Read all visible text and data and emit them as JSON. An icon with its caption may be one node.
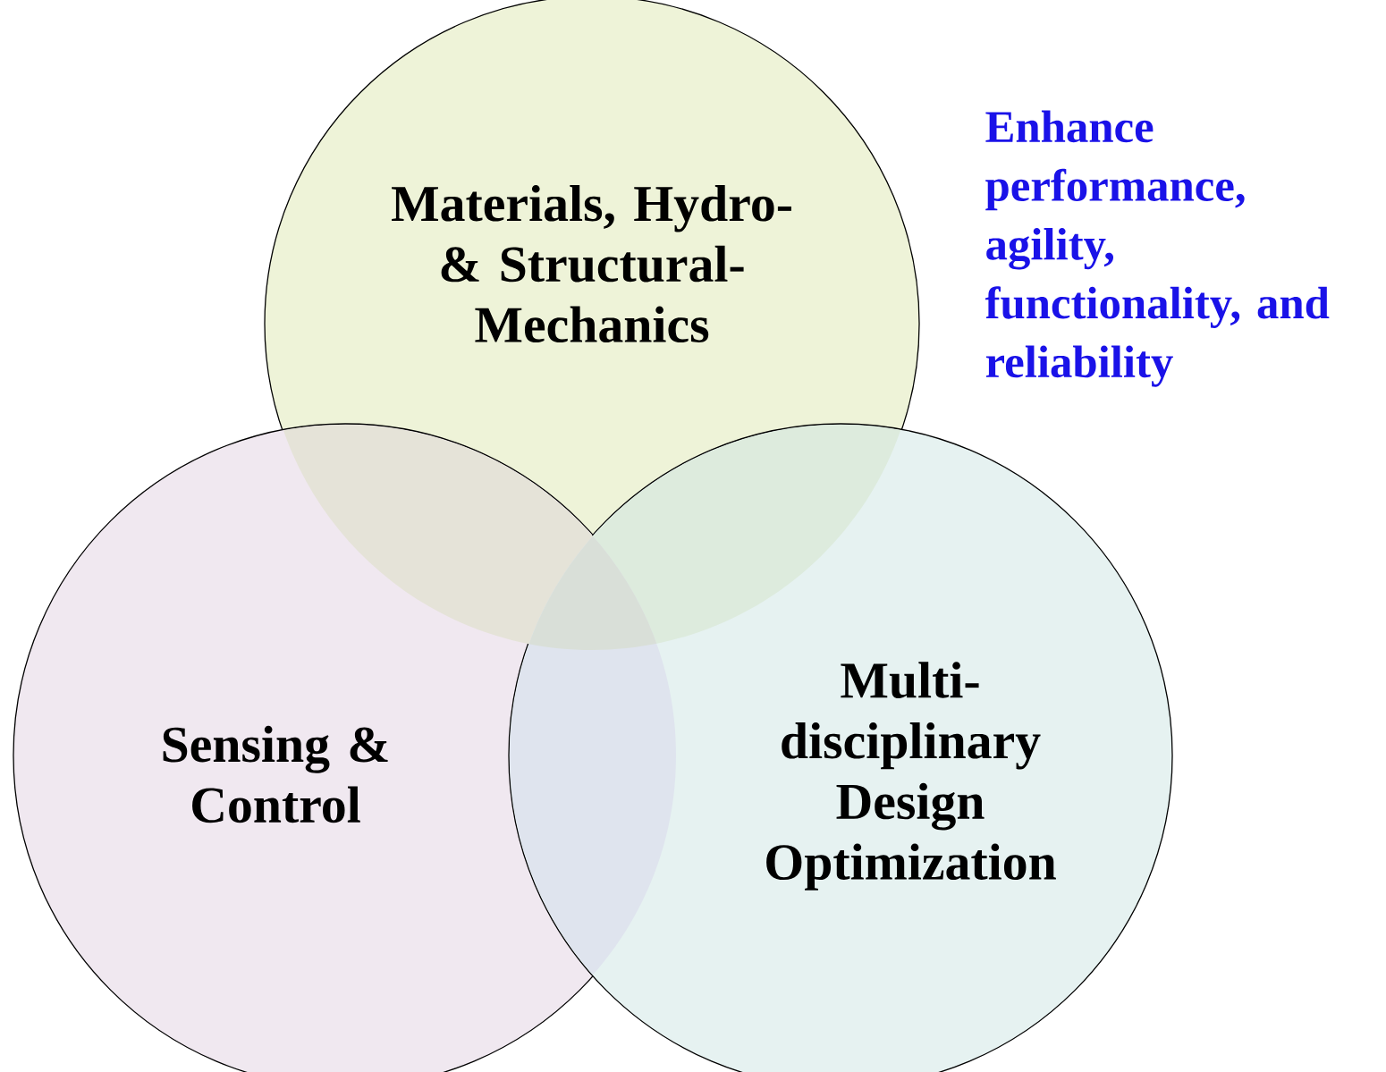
{
  "diagram": {
    "nodes": [
      {
        "text": [
          "Materials, Hydro- & Structural- Mechanics"
        ]
      },
      {
        "text": [
          "Sensing & Control"
        ]
      },
      {
        "text": [
          "Multi- disciplinary Design Optimization"
        ]
      }
    ],
    "labels": [
      "Enhance performance, agility, functionality, and reliability"
    ]
  }
}
